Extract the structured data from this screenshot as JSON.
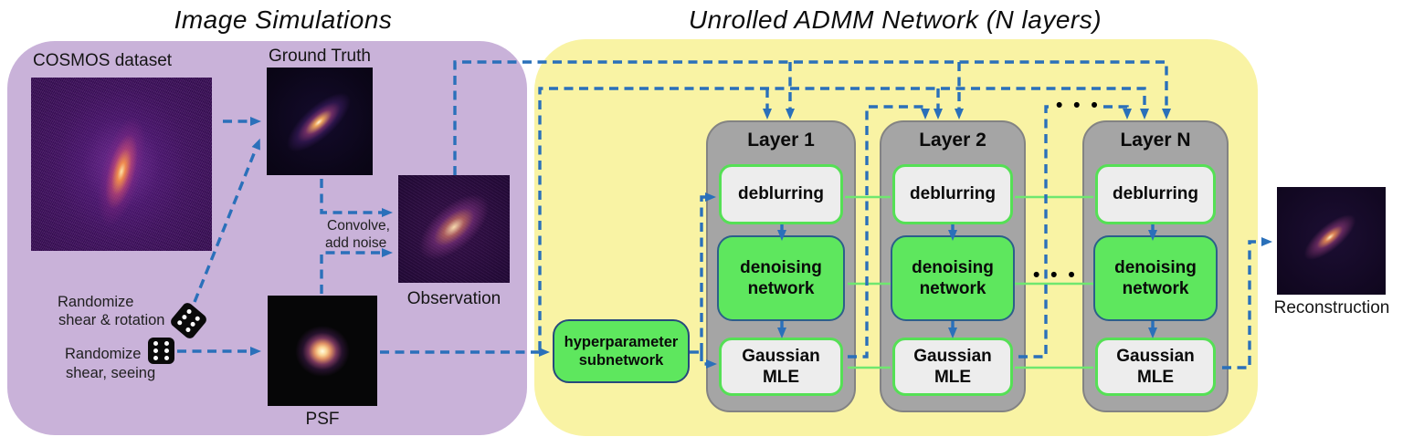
{
  "titles": {
    "simulations": "Image Simulations",
    "network": "Unrolled ADMM Network (N layers)"
  },
  "simulation": {
    "cosmos_label": "COSMOS dataset",
    "ground_truth_label": "Ground Truth",
    "observation_label": "Observation",
    "psf_label": "PSF",
    "convolve_line1": "Convolve,",
    "convolve_line2": "add noise",
    "randomize_rotation_line1": "Randomize",
    "randomize_rotation_line2": "shear & rotation",
    "randomize_seeing_line1": "Randomize",
    "randomize_seeing_line2": "shear, seeing"
  },
  "network": {
    "hyperparameter_line1": "hyperparameter",
    "hyperparameter_line2": "subnetwork",
    "ellipsis": "• • •",
    "layers": [
      {
        "title": "Layer 1",
        "deblurring": "deblurring",
        "denoising_line1": "denoising",
        "denoising_line2": "network",
        "mle_line1": "Gaussian",
        "mle_line2": "MLE"
      },
      {
        "title": "Layer 2",
        "deblurring": "deblurring",
        "denoising_line1": "denoising",
        "denoising_line2": "network",
        "mle_line1": "Gaussian",
        "mle_line2": "MLE"
      },
      {
        "title": "Layer N",
        "deblurring": "deblurring",
        "denoising_line1": "denoising",
        "denoising_line2": "network",
        "mle_line1": "Gaussian",
        "mle_line2": "MLE"
      }
    ]
  },
  "output": {
    "reconstruction_label": "Reconstruction"
  },
  "colors": {
    "simulations_region": "#c9b2d9",
    "network_region": "#f9f3a4",
    "layer_gray": "#a5a5a5",
    "op_light_fill": "#ededed",
    "op_green_fill": "#5ee75e",
    "green_border": "#55e055",
    "navy_border": "#2c5f8a",
    "arrow_blue": "#2a70ba",
    "connector_green": "#6fe76f"
  }
}
